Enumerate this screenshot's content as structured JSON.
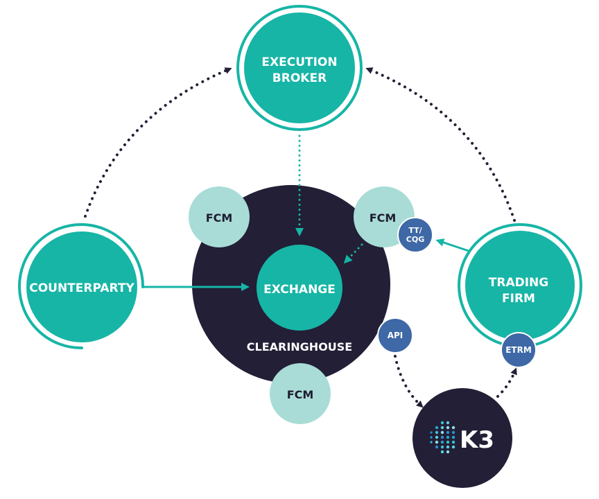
{
  "colors": {
    "teal": "#17b5a6",
    "teal_light": "#a9dcd6",
    "navy": "#221f36",
    "blue_badge": "#3e68a6",
    "white": "#ffffff"
  },
  "nodes": {
    "execution_broker": {
      "line1": "EXECUTION",
      "line2": "BROKER"
    },
    "counterparty": {
      "label": "COUNTERPARTY"
    },
    "exchange": {
      "label": "EXCHANGE"
    },
    "clearinghouse": {
      "label": "CLEARINGHOUSE"
    },
    "fcm_left": {
      "label": "FCM"
    },
    "fcm_right": {
      "label": "FCM"
    },
    "fcm_bottom": {
      "label": "FCM"
    },
    "tt_cqg": {
      "line1": "TT/",
      "line2": "CQG"
    },
    "api": {
      "label": "API"
    },
    "trading_firm": {
      "line1": "TRADING",
      "line2": "FIRM"
    },
    "etrm": {
      "label": "ETRM"
    },
    "k3": {
      "label": "K3"
    }
  }
}
